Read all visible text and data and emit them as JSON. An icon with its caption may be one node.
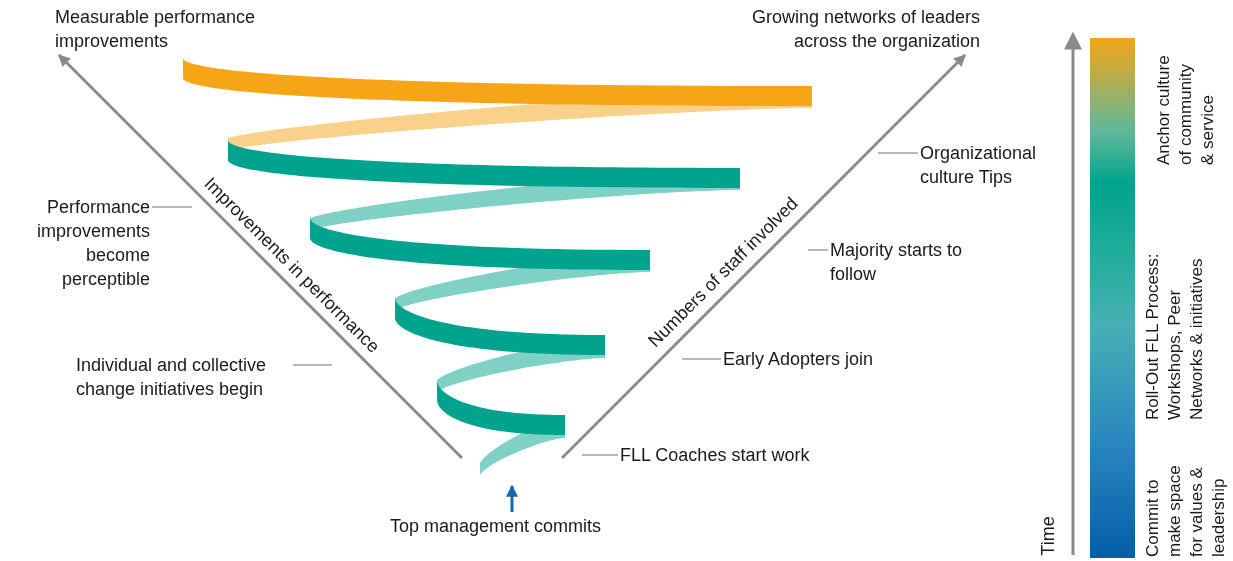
{
  "diagram": {
    "nodes": [
      {
        "text": [
          "Measurable performance improvements"
        ]
      },
      {
        "text": [
          "Growing networks of leaders across the organization"
        ]
      },
      {
        "text": [
          "Performance improvements become perceptible"
        ]
      },
      {
        "text": [
          "Individual and collective change initiatives begin"
        ]
      },
      {
        "text": [
          "Organizational culture Tips"
        ]
      },
      {
        "text": [
          "Majority starts to follow"
        ]
      },
      {
        "text": [
          "Early Adopters join"
        ]
      },
      {
        "text": [
          "FLL Coaches start work"
        ]
      },
      {
        "text": [
          "Top management commits"
        ]
      },
      {
        "text": [],
        "shape": "bar",
        "beside": [
          "Commit to make space for values & leadership",
          "Roll-Out FLL Process: Workshops, Peer Networks & initiatives",
          "Anchor culture of community & service"
        ]
      }
    ],
    "edges": [
      {
        "from": 2,
        "to": null,
        "arrow": "none"
      },
      {
        "from": 3,
        "to": null,
        "arrow": "none"
      },
      {
        "from": 4,
        "to": null,
        "arrow": "none"
      },
      {
        "from": 5,
        "to": null,
        "arrow": "none"
      },
      {
        "from": 6,
        "to": null,
        "arrow": "none"
      },
      {
        "from": 7,
        "to": null,
        "arrow": "none"
      },
      {
        "from": 8,
        "to": null,
        "arrow": "to",
        "color": "#1565b0"
      },
      {
        "from": null,
        "to": 0,
        "arrow": "to"
      },
      {
        "from": null,
        "to": 1,
        "arrow": "to"
      }
    ],
    "labels": [
      "Improvements in performance",
      "Numbers of staff involved",
      "Time"
    ]
  }
}
